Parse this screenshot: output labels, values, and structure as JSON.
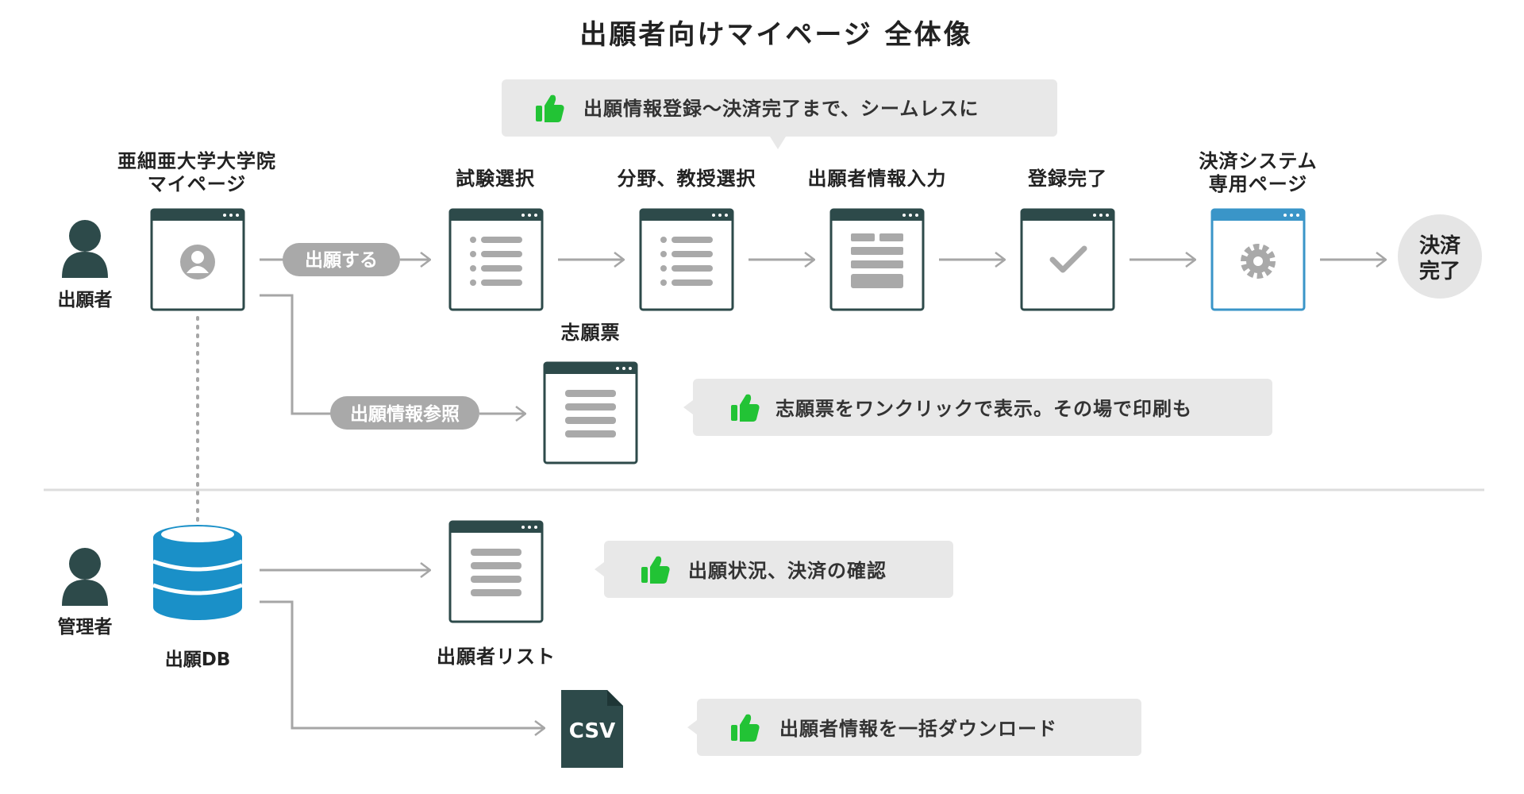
{
  "title": "出願者向けマイページ 全体像",
  "actors": {
    "applicant": "出願者",
    "admin": "管理者"
  },
  "mypage": {
    "label_line1": "亜細亜大学大学院",
    "label_line2": "マイページ"
  },
  "flow": {
    "apply_pill": "出願する",
    "steps": [
      {
        "label": "試験選択"
      },
      {
        "label": "分野、教授選択"
      },
      {
        "label": "出願者情報入力"
      },
      {
        "label": "登録完了"
      },
      {
        "label_line1": "決済システム",
        "label_line2": "専用ページ"
      }
    ],
    "done_line1": "決済",
    "done_line2": "完了",
    "callout": "出願情報登録〜決済完了まで、シームレスに"
  },
  "reference": {
    "pill": "出願情報参照",
    "doc_label": "志願票",
    "callout": "志願票をワンクリックで表示。その場で印刷も"
  },
  "admin_side": {
    "db_label": "出願DB",
    "list_label": "出願者リスト",
    "list_callout": "出願状況、決済の確認",
    "csv_text": "CSV",
    "csv_callout": "出願者情報を一括ダウンロード"
  },
  "colors": {
    "window_border": "#2d4a4a",
    "payment_border": "#3a95c8",
    "db_blue": "#1a90c8",
    "thumbs_green": "#22c335",
    "pill_grey": "#a9a9a9",
    "callout_bg": "#e8e8e8",
    "arrow_grey": "#a6a6a6",
    "done_circle": "#e5e5e5"
  },
  "icons": {
    "actor": "person-icon",
    "callout": "thumbs-up-icon",
    "payment": "gear-icon",
    "complete": "checkmark-icon",
    "database": "database-icon",
    "csv": "csv-file-icon"
  }
}
